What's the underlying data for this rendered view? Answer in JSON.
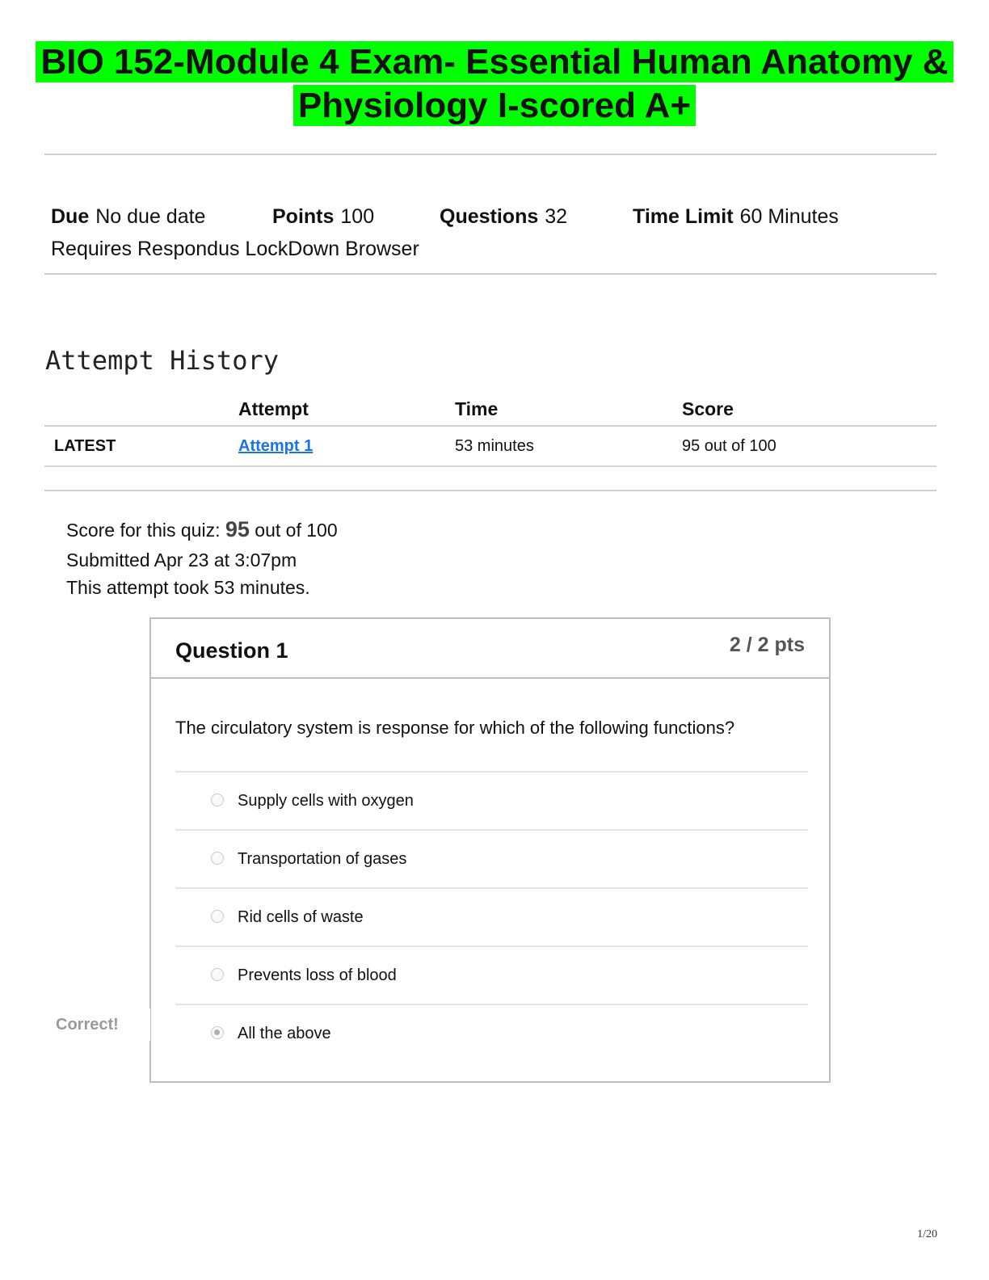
{
  "document": {
    "title_line1": "BIO 152-Module 4 Exam- Essential Human Anatomy &",
    "title_line2": "Physiology I-scored A+",
    "highlight_color": "#00ff00"
  },
  "meta": {
    "due_label": "Due",
    "due_value": "No due date",
    "points_label": "Points",
    "points_value": "100",
    "questions_label": "Questions",
    "questions_value": "32",
    "time_limit_label": "Time Limit",
    "time_limit_value": "60 Minutes",
    "requirement": "Requires Respondus LockDown Browser"
  },
  "attempt_history": {
    "title": "Attempt History",
    "columns": [
      "Attempt",
      "Time",
      "Score"
    ],
    "rows": [
      {
        "tag": "LATEST",
        "attempt": "Attempt 1",
        "time": "53 minutes",
        "score": "95 out of 100"
      }
    ],
    "link_color": "#1a73e8"
  },
  "quiz_summary": {
    "score_prefix": "Score for this quiz:",
    "score_value": "95",
    "score_suffix": "out of 100",
    "submitted": "Submitted Apr 23 at 3:07pm",
    "duration": "This attempt took 53 minutes."
  },
  "question": {
    "title": "Question 1",
    "points": "2 / 2 pts",
    "text": "The circulatory system is response for which of the following functions?",
    "answers": [
      {
        "label": "Supply cells with oxygen",
        "selected": false
      },
      {
        "label": "Transportation of gases",
        "selected": false
      },
      {
        "label": "Rid cells of waste",
        "selected": false
      },
      {
        "label": "Prevents loss of blood",
        "selected": false
      },
      {
        "label": "All the above",
        "selected": true
      }
    ],
    "result_tag": "Correct!"
  },
  "page": {
    "number": "1/20"
  }
}
